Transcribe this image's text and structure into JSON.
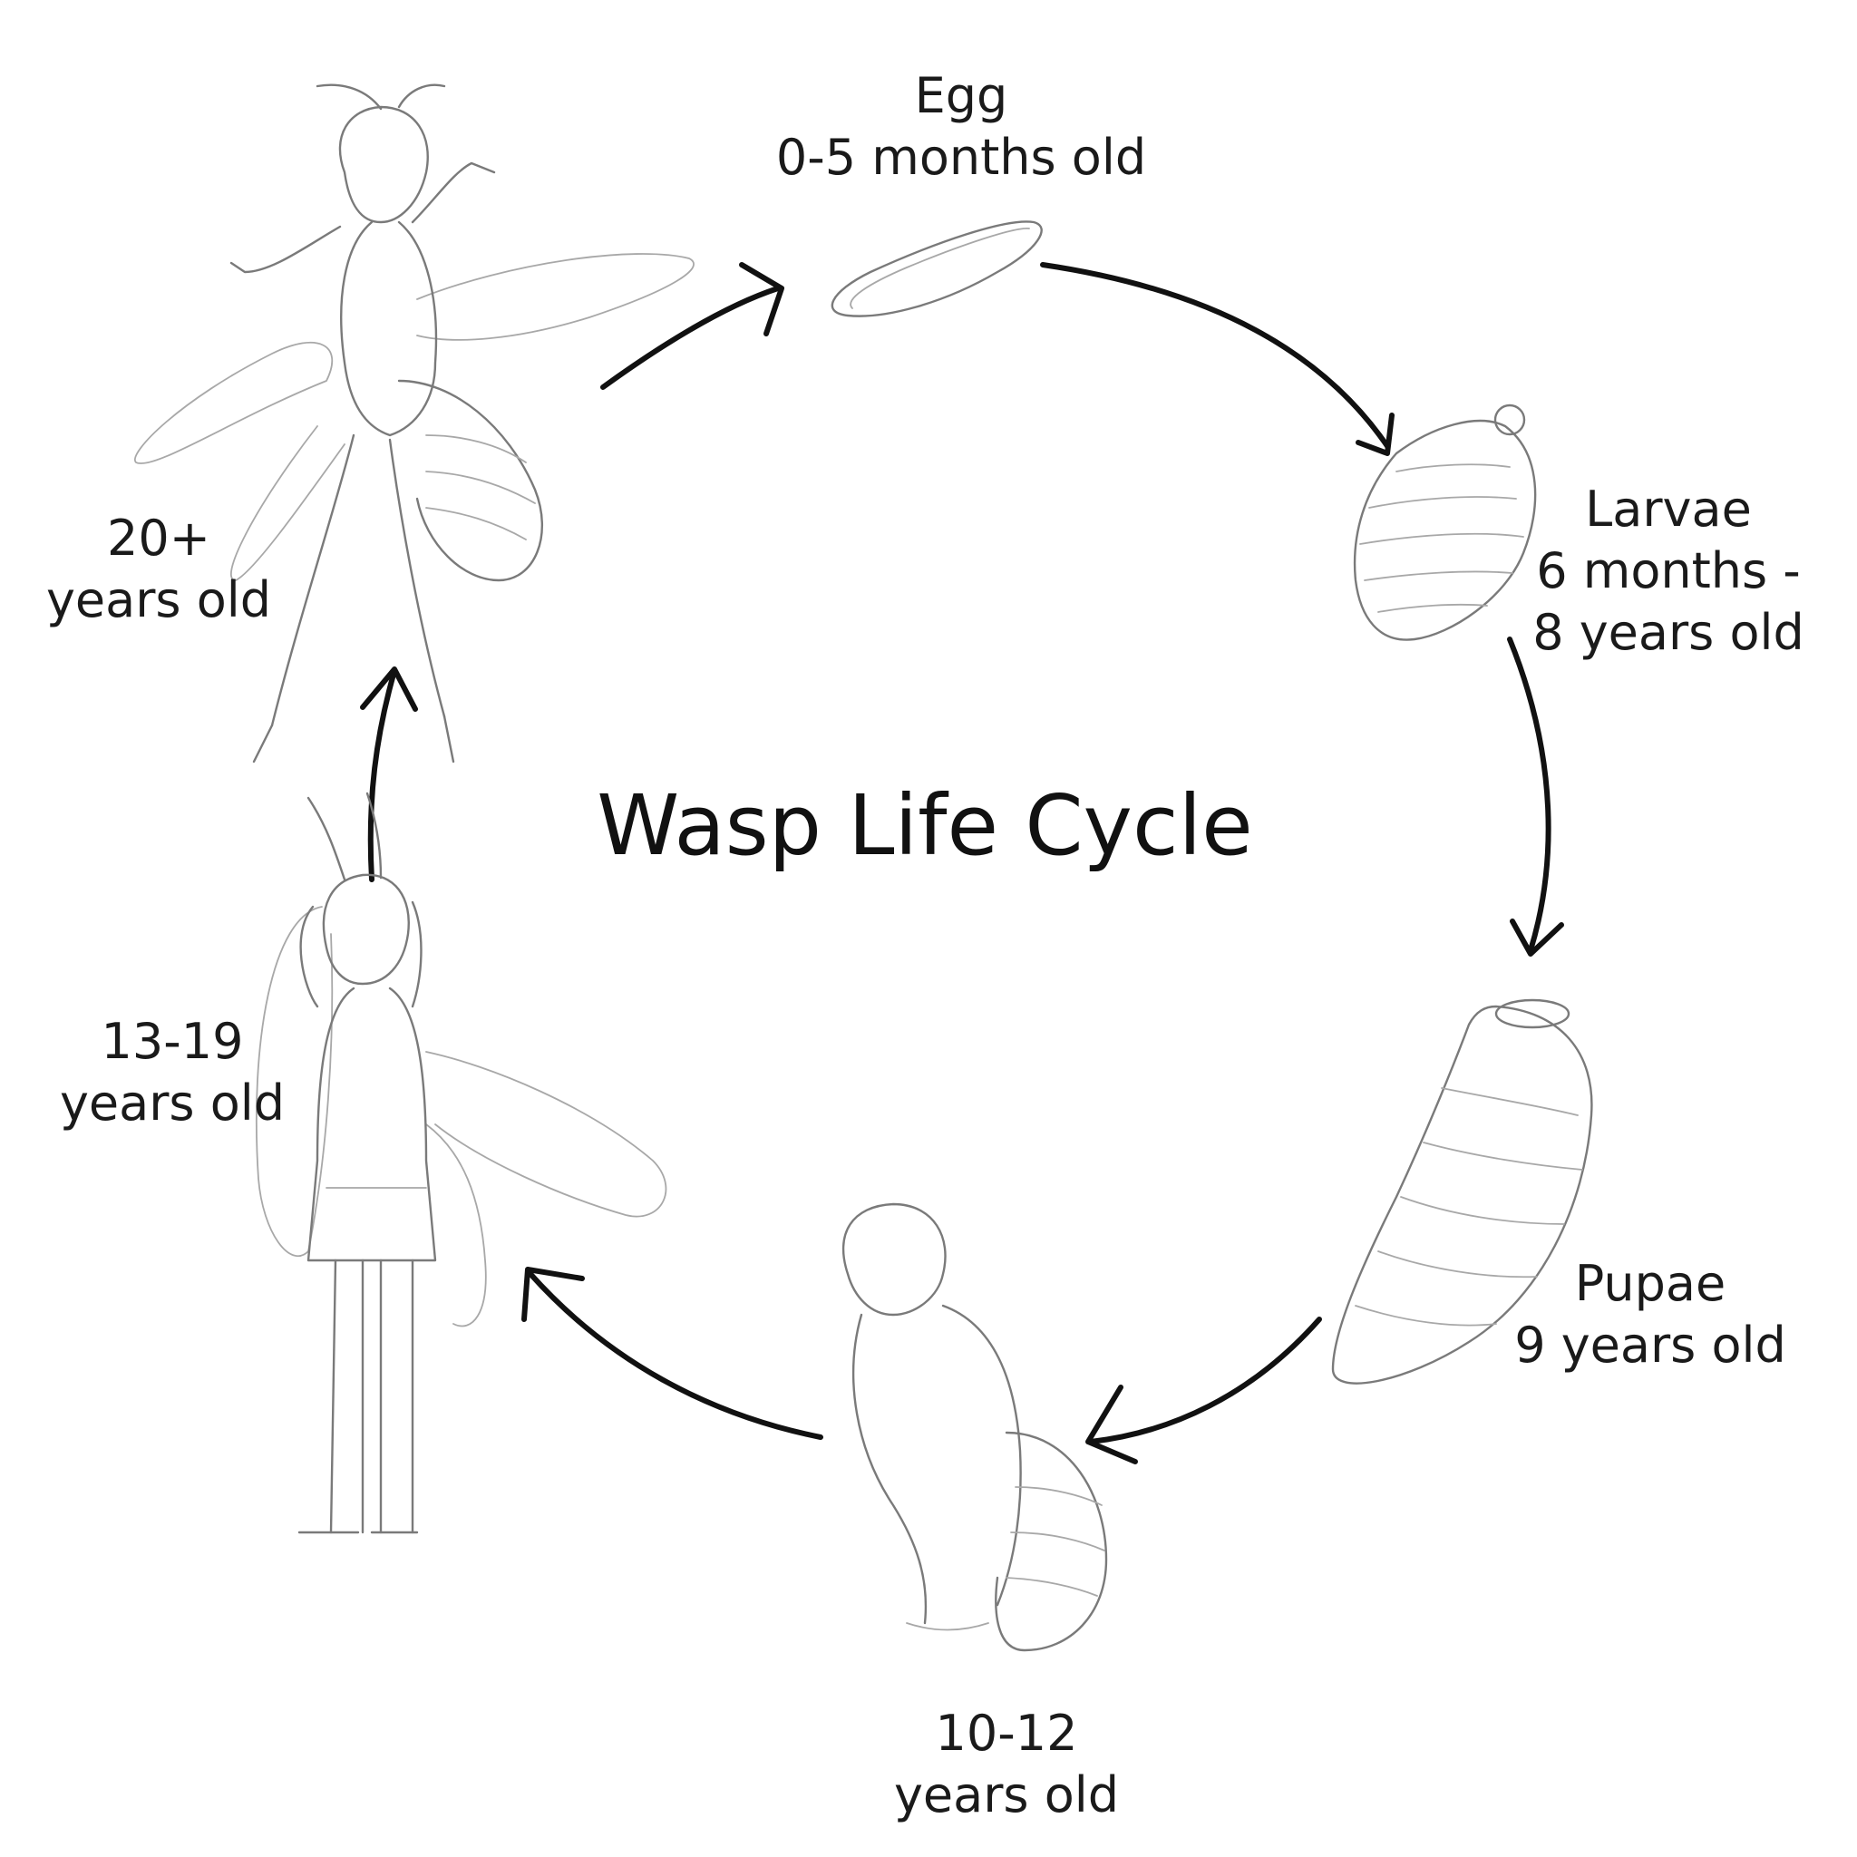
{
  "title": "Wasp Life Cycle",
  "stages": [
    {
      "id": "egg",
      "lines": [
        "Egg",
        "0-5 months old"
      ]
    },
    {
      "id": "larvae",
      "lines": [
        "Larvae",
        "6 months -",
        "8 years old"
      ]
    },
    {
      "id": "pupae",
      "lines": [
        "Pupae",
        "9 years old"
      ]
    },
    {
      "id": "stage-10-12",
      "lines": [
        "10-12",
        "years old"
      ]
    },
    {
      "id": "stage-13-19",
      "lines": [
        "13-19",
        "years old"
      ]
    },
    {
      "id": "stage-20-plus",
      "lines": [
        "20+",
        "years old"
      ]
    }
  ],
  "colors": {
    "arrow": "#111111",
    "sketch": "#7a7a7a",
    "text": "#1a1a1a",
    "background": "#ffffff"
  }
}
